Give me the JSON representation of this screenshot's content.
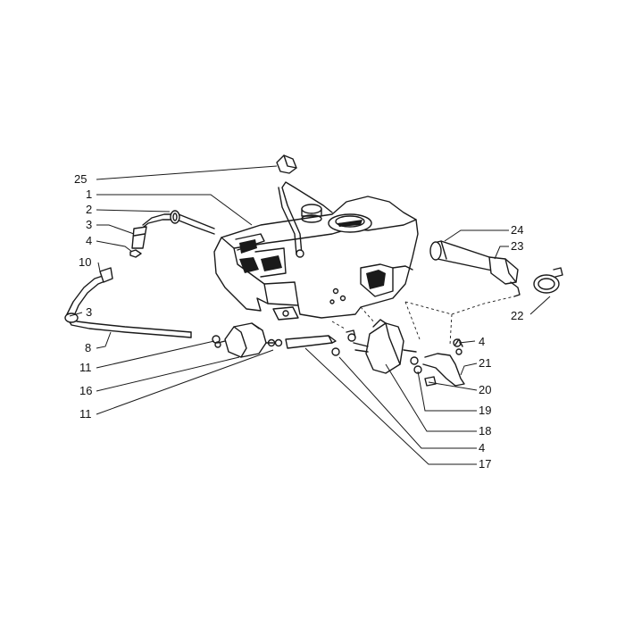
{
  "callouts": [
    {
      "id": "c25",
      "label": "25"
    },
    {
      "id": "c1",
      "label": "1"
    },
    {
      "id": "c2",
      "label": "2"
    },
    {
      "id": "c3a",
      "label": "3"
    },
    {
      "id": "c4a",
      "label": "4"
    },
    {
      "id": "c10",
      "label": "10"
    },
    {
      "id": "c3b",
      "label": "3"
    },
    {
      "id": "c8",
      "label": "8"
    },
    {
      "id": "c11a",
      "label": "11"
    },
    {
      "id": "c16",
      "label": "16"
    },
    {
      "id": "c11b",
      "label": "11"
    },
    {
      "id": "c24",
      "label": "24"
    },
    {
      "id": "c23",
      "label": "23"
    },
    {
      "id": "c22",
      "label": "22"
    },
    {
      "id": "c4b",
      "label": "4"
    },
    {
      "id": "c21",
      "label": "21"
    },
    {
      "id": "c20",
      "label": "20"
    },
    {
      "id": "c19",
      "label": "19"
    },
    {
      "id": "c18",
      "label": "18"
    },
    {
      "id": "c4c",
      "label": "4"
    },
    {
      "id": "c17",
      "label": "17"
    }
  ]
}
